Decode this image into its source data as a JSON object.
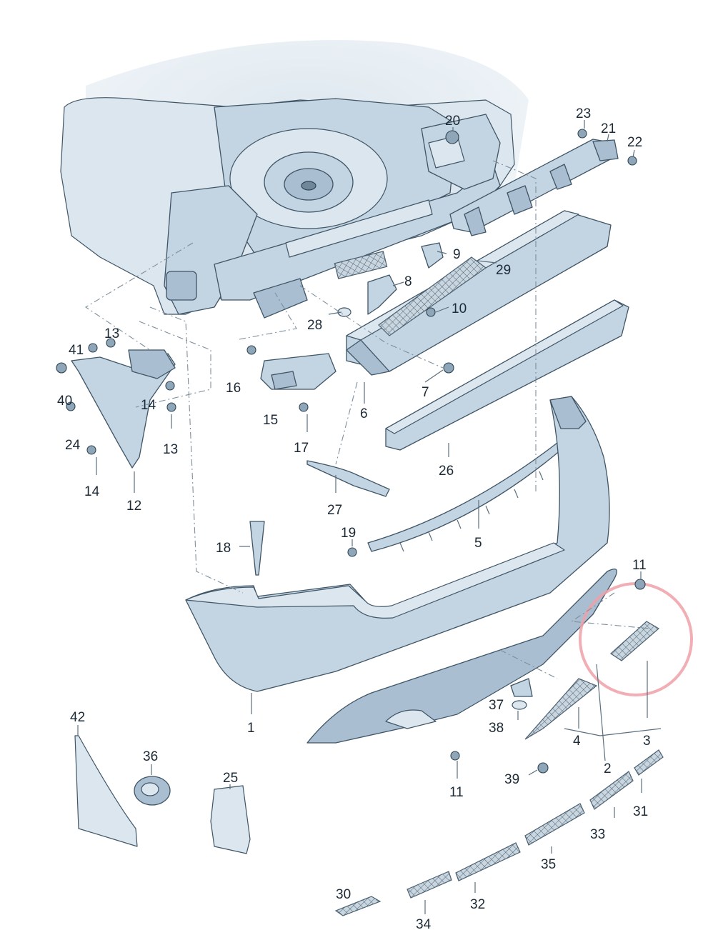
{
  "diagram": {
    "type": "exploded parts diagram",
    "colors": {
      "part": "#c3d4e2",
      "outline": "#3f5566",
      "label": "#1c2a36",
      "highlight_circle": "#f0a0a8"
    },
    "labels": [
      {
        "id": "l1",
        "text": "1"
      },
      {
        "id": "l2",
        "text": "2"
      },
      {
        "id": "l3",
        "text": "3"
      },
      {
        "id": "l4",
        "text": "4"
      },
      {
        "id": "l5",
        "text": "5"
      },
      {
        "id": "l6",
        "text": "6"
      },
      {
        "id": "l7",
        "text": "7"
      },
      {
        "id": "l8",
        "text": "8"
      },
      {
        "id": "l9",
        "text": "9"
      },
      {
        "id": "l10",
        "text": "10"
      },
      {
        "id": "l11a",
        "text": "11"
      },
      {
        "id": "l11b",
        "text": "11"
      },
      {
        "id": "l12",
        "text": "12"
      },
      {
        "id": "l13a",
        "text": "13"
      },
      {
        "id": "l13b",
        "text": "13"
      },
      {
        "id": "l14a",
        "text": "14"
      },
      {
        "id": "l14b",
        "text": "14"
      },
      {
        "id": "l15",
        "text": "15"
      },
      {
        "id": "l16",
        "text": "16"
      },
      {
        "id": "l17",
        "text": "17"
      },
      {
        "id": "l18",
        "text": "18"
      },
      {
        "id": "l19",
        "text": "19"
      },
      {
        "id": "l20",
        "text": "20"
      },
      {
        "id": "l21",
        "text": "21"
      },
      {
        "id": "l22",
        "text": "22"
      },
      {
        "id": "l23",
        "text": "23"
      },
      {
        "id": "l24",
        "text": "24"
      },
      {
        "id": "l25",
        "text": "25"
      },
      {
        "id": "l26",
        "text": "26"
      },
      {
        "id": "l27",
        "text": "27"
      },
      {
        "id": "l28",
        "text": "28"
      },
      {
        "id": "l29",
        "text": "29"
      },
      {
        "id": "l30",
        "text": "30"
      },
      {
        "id": "l31",
        "text": "31"
      },
      {
        "id": "l32",
        "text": "32"
      },
      {
        "id": "l33",
        "text": "33"
      },
      {
        "id": "l34",
        "text": "34"
      },
      {
        "id": "l35",
        "text": "35"
      },
      {
        "id": "l36",
        "text": "36"
      },
      {
        "id": "l37",
        "text": "37"
      },
      {
        "id": "l38",
        "text": "38"
      },
      {
        "id": "l39",
        "text": "39"
      },
      {
        "id": "l40",
        "text": "40"
      },
      {
        "id": "l41",
        "text": "41"
      },
      {
        "id": "l42",
        "text": "42"
      }
    ]
  }
}
